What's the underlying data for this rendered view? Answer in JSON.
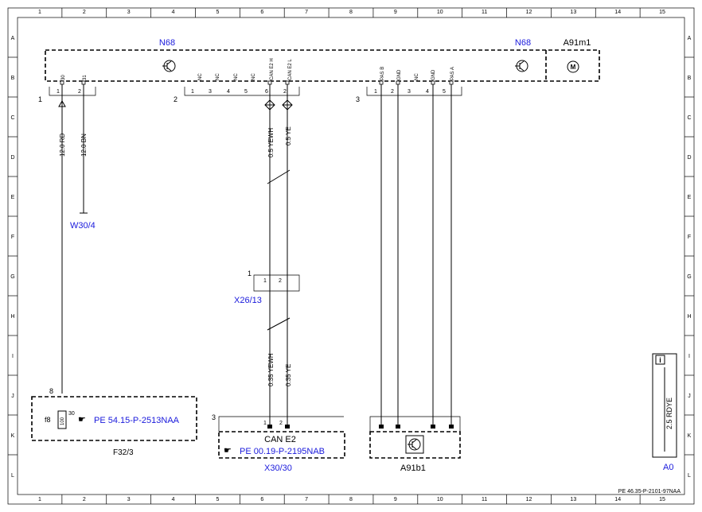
{
  "grid": {
    "columns": [
      "1",
      "2",
      "3",
      "4",
      "5",
      "6",
      "7",
      "8",
      "9",
      "10",
      "11",
      "12",
      "13",
      "14",
      "15"
    ],
    "rows": [
      "A",
      "B",
      "C",
      "D",
      "E",
      "F",
      "G",
      "H",
      "I",
      "J",
      "K",
      "L"
    ]
  },
  "n68": {
    "label_left": "N68",
    "label_right": "N68",
    "connector1": {
      "num": "1",
      "pins": [
        "30",
        "31"
      ],
      "pin_nums": [
        "1",
        "2"
      ]
    },
    "connector2": {
      "num": "2",
      "pins": [
        "NC",
        "NC",
        "NC",
        "NC",
        "CAN E2 H",
        "CAN E2 L"
      ],
      "pin_nums": [
        "1",
        "3",
        "4",
        "5",
        "6",
        "2"
      ]
    },
    "connector3": {
      "num": "3",
      "pins": [
        "PAS B",
        "GND",
        "NC",
        "GND",
        "PAS A"
      ],
      "pin_nums": [
        "1",
        "2",
        "3",
        "4",
        "5"
      ]
    }
  },
  "a91m1": {
    "label": "A91m1"
  },
  "wires": {
    "w1": "12.0 RD",
    "w2": "12.0 BN",
    "can_h_top": "0.5 YEWH",
    "can_l_top": "0.5 YE",
    "can_h_bot": "0.35 YEWH",
    "can_l_bot": "0.35 YE"
  },
  "ground": {
    "label": "W30/4"
  },
  "x26": {
    "label": "X26/13",
    "num": "1",
    "pins": [
      "1",
      "2"
    ]
  },
  "f32": {
    "label": "F32/3",
    "fuse": "f8",
    "rating": "100",
    "pin_top": "8",
    "pin_side": "30",
    "ref": "PE 54.15-P-2513NAA"
  },
  "x30": {
    "label": "X30/30",
    "num": "3",
    "pins": [
      "1",
      "2"
    ],
    "name": "CAN E2",
    "ref": "PE 00.19-P-2195NAB"
  },
  "a91b1": {
    "label": "A91b1"
  },
  "legend": {
    "wire": "2.5 RDYE",
    "sheet": "A0"
  },
  "doc_id": "PE 46.35-P-2101-97NAA"
}
